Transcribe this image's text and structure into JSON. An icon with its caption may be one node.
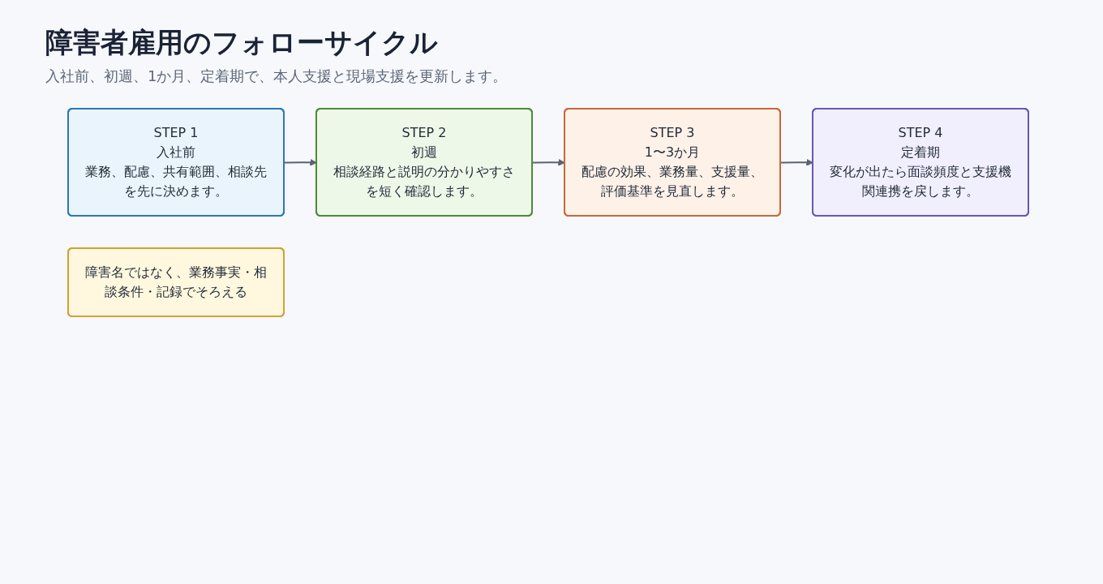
{
  "diagram": {
    "title": "障害者雇用のフォローサイクル",
    "nodes": [
      {
        "text": [
          "STEP 1",
          "入社前",
          "業務、配慮、共有範囲、相談先を先に決めます。"
        ]
      },
      {
        "text": [
          "STEP 2",
          "初週",
          "相談経路と説明の分かりやすさを短く確認します。"
        ]
      },
      {
        "text": [
          "STEP 3",
          "1〜3か月",
          "配慮の効果、業務量、支援量、評価基準を見直します。"
        ]
      },
      {
        "text": [
          "STEP 4",
          "定着期",
          "変化が出たら面談頻度と支援機関連携を戻します。"
        ]
      },
      {
        "text": [
          "障害名ではなく、業務事実・相談条件・記録でそろえる"
        ]
      }
    ],
    "edges": [
      {
        "from": 0,
        "to": 1,
        "arrow": "to"
      },
      {
        "from": 1,
        "to": 2,
        "arrow": "to"
      },
      {
        "from": 2,
        "to": 3,
        "arrow": "to"
      }
    ],
    "labels": [
      "入社前、初週、1か月、定着期で、本人支援と現場支援を更新します。"
    ]
  }
}
